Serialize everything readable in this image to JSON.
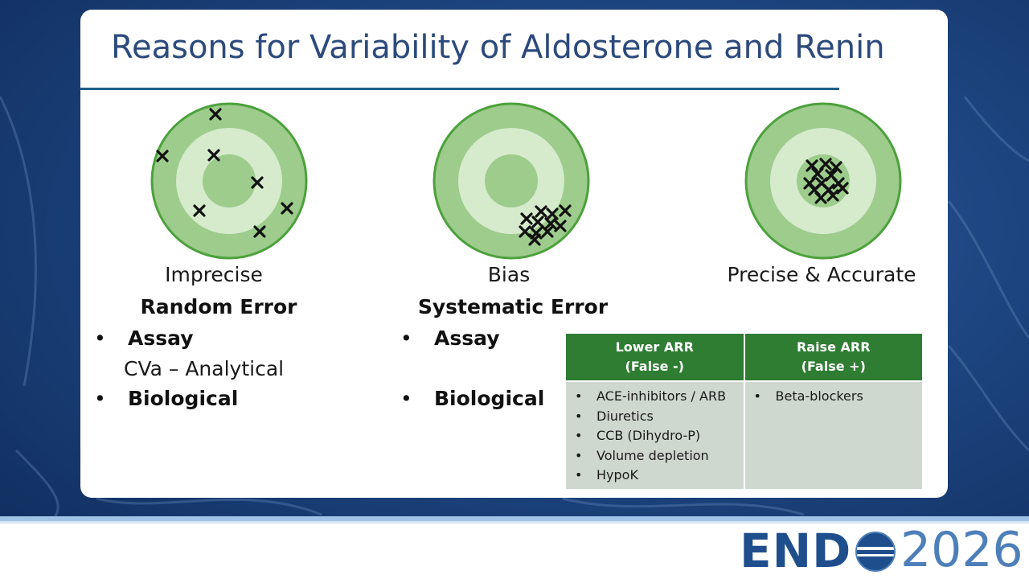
{
  "slide": {
    "title": "Reasons for Variability of Aldosterone and Renin"
  },
  "targets": [
    {
      "caption": "Imprecise",
      "error_type": "Random Error",
      "marks": [
        [
          -17,
          -83
        ],
        [
          -83,
          -31
        ],
        [
          -19,
          -32
        ],
        [
          35,
          2
        ],
        [
          -37,
          37
        ],
        [
          72,
          34
        ],
        [
          38,
          63
        ]
      ]
    },
    {
      "caption": "Bias",
      "error_type": "Systematic Error",
      "marks": [
        [
          37,
          38
        ],
        [
          51,
          41
        ],
        [
          67,
          37
        ],
        [
          19,
          47
        ],
        [
          33,
          51
        ],
        [
          49,
          53
        ],
        [
          61,
          56
        ],
        [
          17,
          63
        ],
        [
          31,
          65
        ],
        [
          45,
          63
        ],
        [
          29,
          73
        ]
      ]
    },
    {
      "caption": "Precise & Accurate",
      "error_type": "",
      "marks": [
        [
          -14,
          -19
        ],
        [
          3,
          -21
        ],
        [
          16,
          -17
        ],
        [
          -7,
          -9
        ],
        [
          10,
          -7
        ],
        [
          -17,
          3
        ],
        [
          -2,
          3
        ],
        [
          19,
          3
        ],
        [
          -11,
          11
        ],
        [
          7,
          11
        ],
        [
          -3,
          21
        ],
        [
          12,
          18
        ],
        [
          24,
          9
        ]
      ]
    }
  ],
  "left_column": {
    "bullet1": "Assay",
    "bullet1_detail": "CVa – Analytical",
    "bullet2": "Biological"
  },
  "middle_column": {
    "bullet1": "Assay",
    "bullet2": "Biological"
  },
  "arr_table": {
    "headers": [
      {
        "line1": "Lower ARR",
        "line2": "(False -)"
      },
      {
        "line1": "Raise ARR",
        "line2": "(False +)"
      }
    ],
    "lower_items": [
      "ACE-inhibitors / ARB",
      "Diuretics",
      "CCB (Dihydro-P)",
      "Volume depletion",
      "HypoK"
    ],
    "raise_items": [
      "Beta-blockers"
    ]
  },
  "logo": {
    "brand": "END",
    "year": "2026"
  },
  "colors": {
    "title": "#2c4a7c",
    "rule": "#1f5f86",
    "target_outer": "#9dcc8c",
    "target_middle": "#d5ebcc",
    "target_inner": "#9dcc8c",
    "target_border": "#4ca13c",
    "table_header": "#2e7d32",
    "table_body": "#cfd8cf",
    "logo_primary": "#1f4e8c",
    "logo_secondary": "#4d7fb9"
  },
  "icons": {
    "bullet": "•",
    "mark": "x-mark-icon",
    "globe": "globe-icon"
  }
}
